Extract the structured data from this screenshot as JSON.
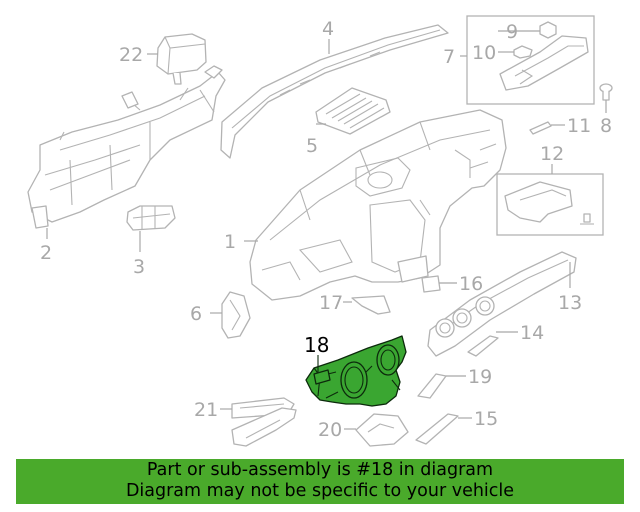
{
  "diagram": {
    "highlighted_part": "18",
    "callouts": [
      "1",
      "2",
      "3",
      "4",
      "5",
      "6",
      "7",
      "8",
      "9",
      "10",
      "11",
      "12",
      "13",
      "14",
      "15",
      "16",
      "17",
      "18",
      "19",
      "20",
      "21",
      "22"
    ]
  },
  "banner": {
    "line1": "Part or sub-assembly is #18 in diagram",
    "line2": "Diagram may not be specific to your vehicle",
    "color": "#4aaa2b"
  }
}
